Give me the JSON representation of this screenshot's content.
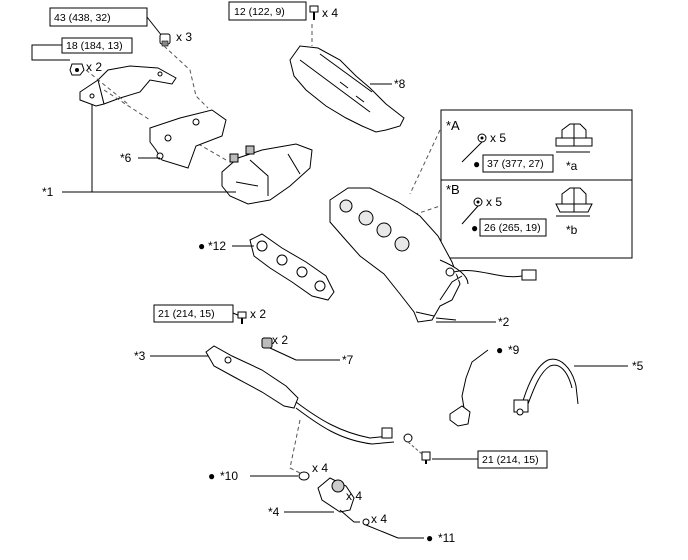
{
  "torques": {
    "t43": "43 (438, 32)",
    "t12": "12 (122, 9)",
    "t18": "18 (184, 13)",
    "t37": "37 (377, 27)",
    "t26": "26 (265, 19)",
    "t21a": "21 (214, 15)",
    "t21b": "21 (214, 15)"
  },
  "quantities": {
    "q_x3": "x 3",
    "q_x4_top": "x 4",
    "q_x2_nut": "x 2",
    "q_x5_a": "x 5",
    "q_x5_b": "x 5",
    "q_x2_bolt": "x 2",
    "q_x2_sleeve": "x 2",
    "q_x4_oring": "x 4",
    "q_x4_injector": "x 4",
    "q_x4_seal": "x 4"
  },
  "callouts": {
    "c1": "*1",
    "c2": "*2",
    "c3": "*3",
    "c4": "*4",
    "c5": "*5",
    "c6": "*6",
    "c7": "*7",
    "c8": "*8",
    "c9": "*9",
    "c10": "*10",
    "c11": "*11",
    "c12": "*12",
    "inset_A": "*A",
    "inset_B": "*B",
    "inset_a": "*a",
    "inset_b": "*b"
  },
  "markers": {
    "dot": "●"
  }
}
